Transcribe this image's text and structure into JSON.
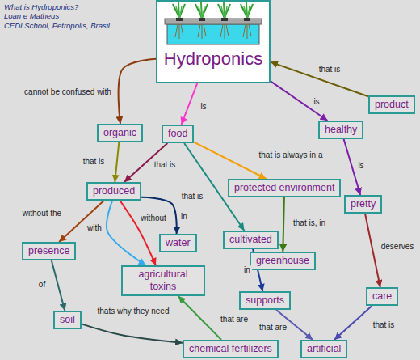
{
  "diagram": {
    "title": "What is Hydroponics?",
    "nodes": [
      {
        "text": [
          "Hydroponics"
        ]
      },
      {
        "text": [
          "organic"
        ]
      },
      {
        "text": [
          "food"
        ]
      },
      {
        "text": [
          "healthy"
        ]
      },
      {
        "text": [
          "product"
        ]
      },
      {
        "text": [
          "produced"
        ]
      },
      {
        "text": [
          "protected environment"
        ]
      },
      {
        "text": [
          "pretty"
        ]
      },
      {
        "text": [
          "presence"
        ]
      },
      {
        "text": [
          "water"
        ]
      },
      {
        "text": [
          "cultivated"
        ]
      },
      {
        "text": [
          "agricultural toxins"
        ]
      },
      {
        "text": [
          "greenhouse"
        ]
      },
      {
        "text": [
          "supports"
        ]
      },
      {
        "text": [
          "soil"
        ]
      },
      {
        "text": [
          "care"
        ]
      },
      {
        "text": [
          "chemical fertilizers"
        ]
      },
      {
        "text": [
          "artificial"
        ]
      }
    ],
    "edges": [
      {
        "from": 0,
        "to": 1,
        "arrow": "to",
        "label": "cannot be confused with"
      },
      {
        "from": 0,
        "to": 2,
        "arrow": "to",
        "label": "is"
      },
      {
        "from": 0,
        "to": 3,
        "arrow": "to",
        "label": "is"
      },
      {
        "from": 4,
        "to": 0,
        "arrow": "to",
        "label": "that is"
      },
      {
        "from": 1,
        "to": 5,
        "arrow": "to",
        "label": "that is"
      },
      {
        "from": 2,
        "to": 5,
        "arrow": "to",
        "label": "that is"
      },
      {
        "from": 2,
        "to": 6,
        "arrow": "to",
        "label": "that is always in a"
      },
      {
        "from": 2,
        "to": 10,
        "arrow": "to",
        "label": "that is"
      },
      {
        "from": 3,
        "to": 7,
        "arrow": "to",
        "label": "is"
      },
      {
        "from": 7,
        "to": 15,
        "arrow": "to",
        "label": "deserves"
      },
      {
        "from": 5,
        "to": 9,
        "arrow": "to",
        "label": "in"
      },
      {
        "from": 5,
        "to": 11,
        "arrow": "to",
        "label": "with"
      },
      {
        "from": 5,
        "to": 11,
        "arrow": "to",
        "label": "without"
      },
      {
        "from": 5,
        "to": 8,
        "arrow": "to",
        "label": "without the"
      },
      {
        "from": 8,
        "to": 14,
        "arrow": "to",
        "label": "of"
      },
      {
        "from": 14,
        "to": 16,
        "arrow": "to",
        "label": "thats why they need"
      },
      {
        "from": 16,
        "to": 11,
        "arrow": "to",
        "label": "that are"
      },
      {
        "from": 6,
        "to": 12,
        "arrow": "to",
        "label": "that is, in"
      },
      {
        "from": 10,
        "to": 13,
        "arrow": "to",
        "label": "in"
      },
      {
        "from": 13,
        "to": 17,
        "arrow": "to",
        "label": "that are"
      },
      {
        "from": 15,
        "to": 17,
        "arrow": "to",
        "label": "that is"
      }
    ],
    "labels": [
      "Loan e Matheus",
      "CEDI School, Petropolis, Brasil"
    ]
  }
}
